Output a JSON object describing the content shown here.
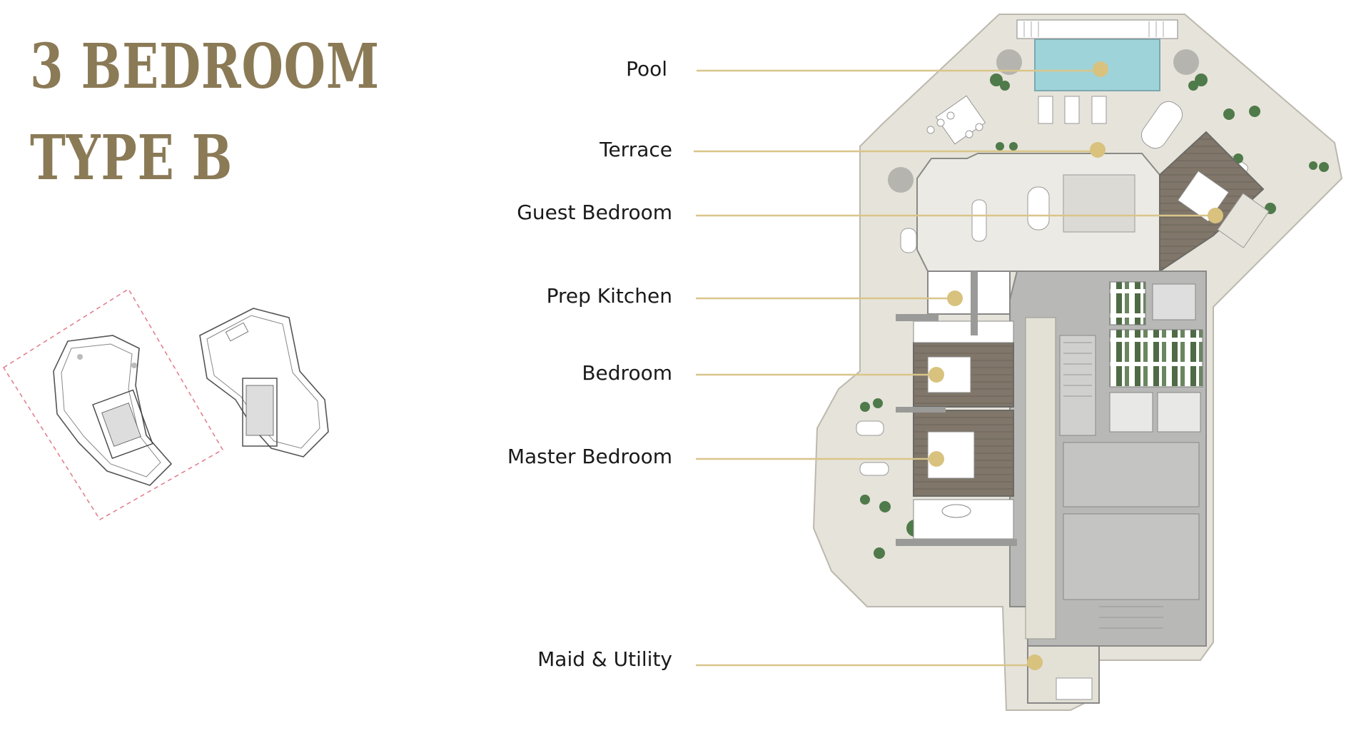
{
  "title": {
    "line1": "3 BEDROOM",
    "line2": "TYPE B"
  },
  "labels": [
    {
      "id": "pool",
      "text": "Pool"
    },
    {
      "id": "terrace",
      "text": "Terrace"
    },
    {
      "id": "guest-bedroom",
      "text": "Guest Bedroom"
    },
    {
      "id": "prep-kitchen",
      "text": "Prep Kitchen"
    },
    {
      "id": "bedroom",
      "text": "Bedroom"
    },
    {
      "id": "master-bedroom",
      "text": "Master Bedroom"
    },
    {
      "id": "maid-utility",
      "text": "Maid & Utility"
    }
  ],
  "colors": {
    "title": "#8B7A56",
    "leader_line": "#D9C58A",
    "marker": "#D8C27E",
    "terrace": "#E6E3DA",
    "pool": "#9FD3DA",
    "service": "#B8B8B6",
    "wood": "#7F756C",
    "keyplan_dash": "#E07A8A"
  }
}
